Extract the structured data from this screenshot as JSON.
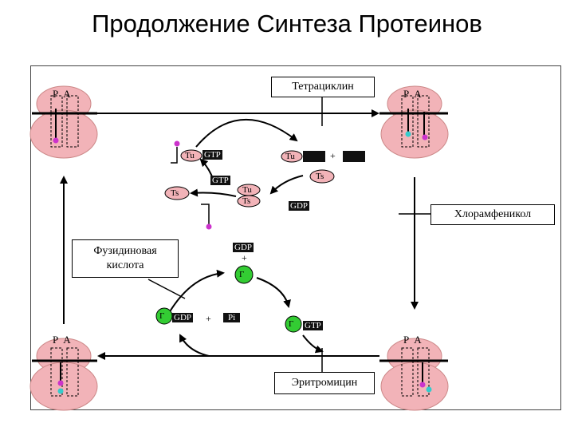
{
  "title": "Продолжение Синтеза Протеинов",
  "boxes": {
    "tetracycline": "Тетрациклин",
    "chloramphenicol": "Хлорамфеникол",
    "fusidic_acid_line1": "Фузидиновая",
    "fusidic_acid_line2": "кислота",
    "erythromycin": "Эритромицин"
  },
  "ribosome_sites": "P A",
  "factors": {
    "tu": "Tu",
    "ts": "Ts",
    "g": "Г",
    "gtp": "GTP",
    "gdp": "GDP",
    "pi": "Pi",
    "plus": "+"
  },
  "colors": {
    "ribosome": "#f2b3b8",
    "ts_fill": "#f2b3b8",
    "tu_fill": "#f2b3b8",
    "g_fill": "#33cc33",
    "trna_magenta": "#cc33cc",
    "trna_cyan": "#33cccc"
  }
}
